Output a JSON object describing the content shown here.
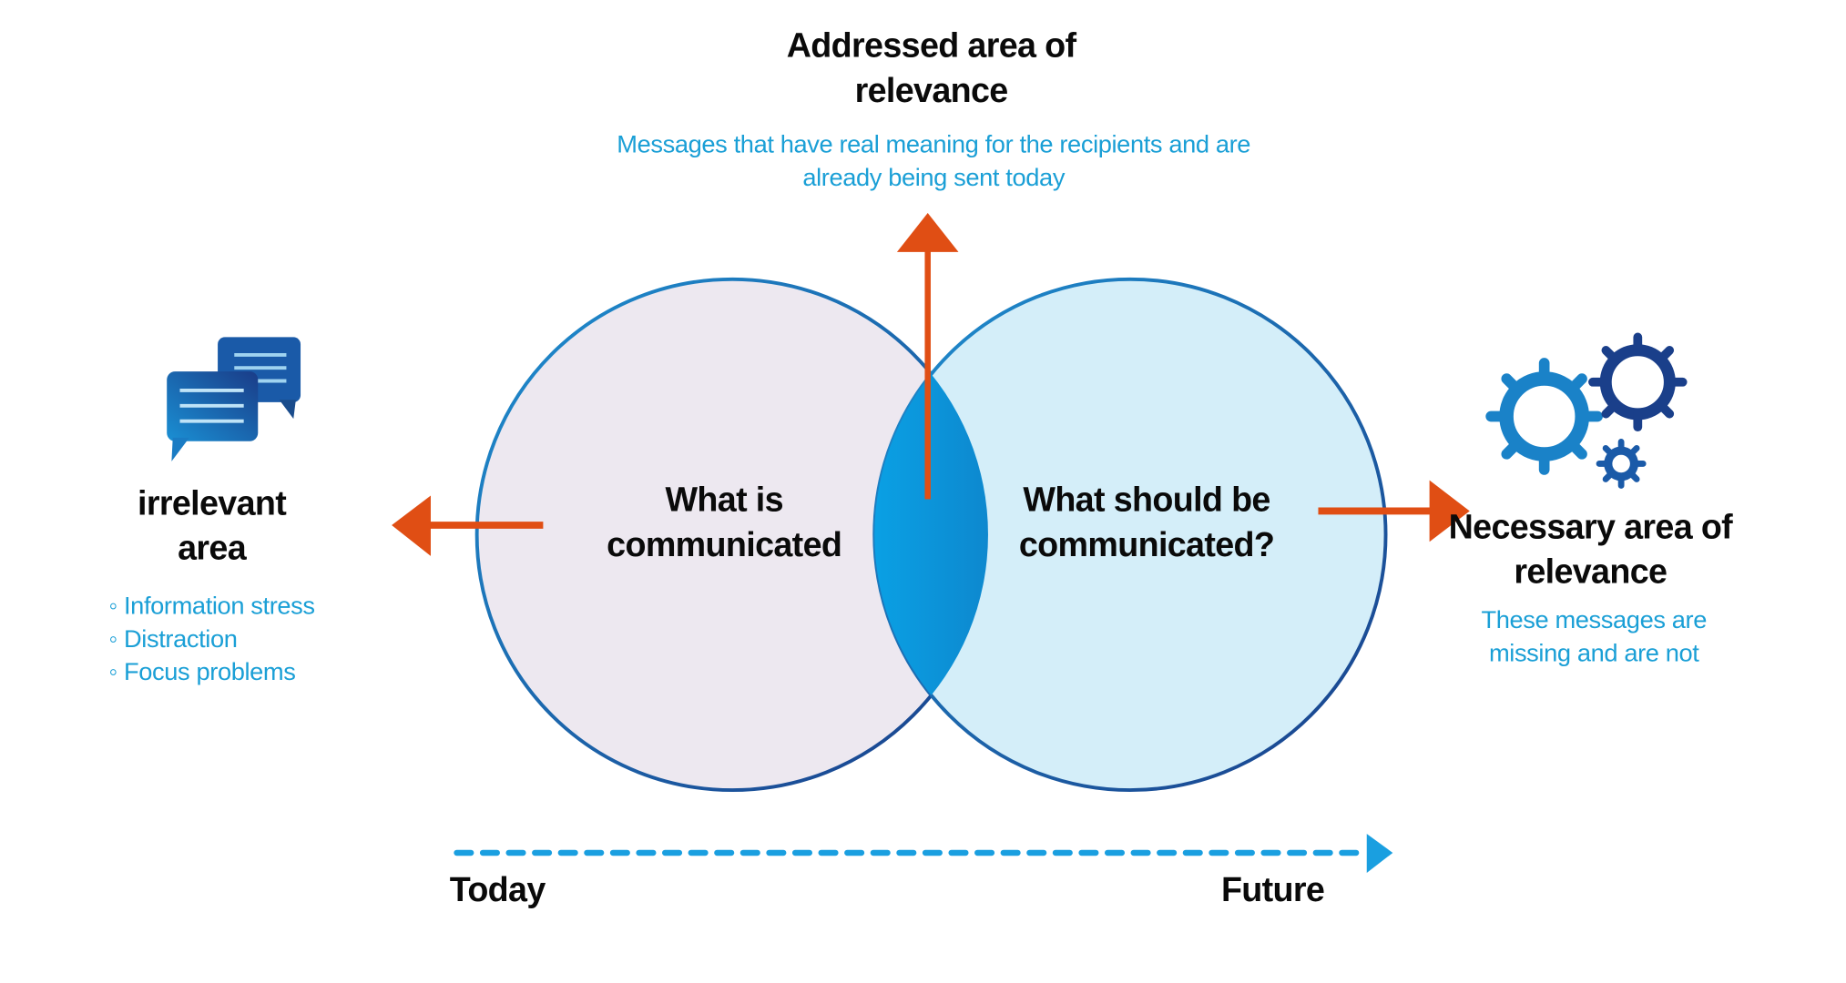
{
  "top": {
    "title_line1": "Addressed area of",
    "title_line2": "relevance",
    "desc_line1": "Messages that have real meaning for the recipients and are",
    "desc_line2": "already being sent today"
  },
  "left_circle": {
    "line1": "What is",
    "line2": "communicated"
  },
  "right_circle": {
    "line1": "What should be",
    "line2": "communicated?"
  },
  "left": {
    "title_line1": "irrelevant",
    "title_line2": "area",
    "bullets": [
      "◦ Information stress",
      "◦ Distraction",
      "◦ Focus problems"
    ],
    "icon": "chat-bubbles-icon"
  },
  "right": {
    "title_line1": "Necessary area of",
    "title_line2": "relevance",
    "desc_line1": "These messages are",
    "desc_line2": "missing and are not",
    "icon": "gears-icon"
  },
  "timeline": {
    "start": "Today",
    "end": "Future"
  },
  "colors": {
    "arrow": "#e04e14",
    "accent": "#1a9fd6",
    "dark_blue": "#1a3c88",
    "left_fill": "#ede8f0",
    "right_fill": "#d4eef9"
  }
}
